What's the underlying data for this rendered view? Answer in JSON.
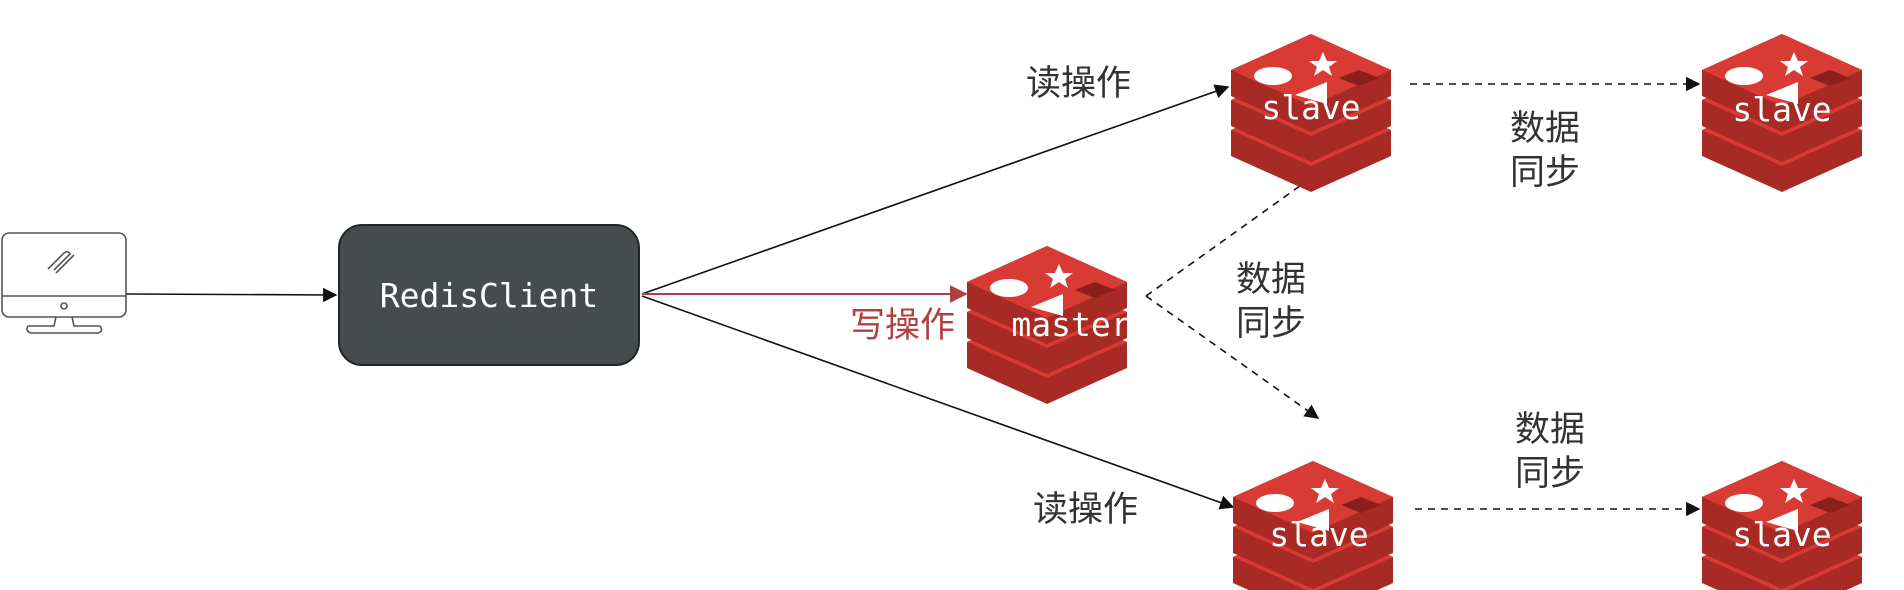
{
  "client": {
    "label": "RedisClient"
  },
  "nodes": {
    "master": "master",
    "slave_top_left": "slave",
    "slave_top_right": "slave",
    "slave_bottom_left": "slave",
    "slave_bottom_right": "slave"
  },
  "edges": {
    "write_op": "写操作",
    "read_op_top": "读操作",
    "read_op_bottom": "读操作",
    "sync_line1": "数据",
    "sync_line2": "同步"
  },
  "colors": {
    "client_box": "#464b4d",
    "redis_red": "#c6302b",
    "write_arrow": "#b34040",
    "text": "#333333"
  },
  "icons": {
    "computer": "desktop-computer-icon",
    "redis": "redis-logo-icon"
  }
}
